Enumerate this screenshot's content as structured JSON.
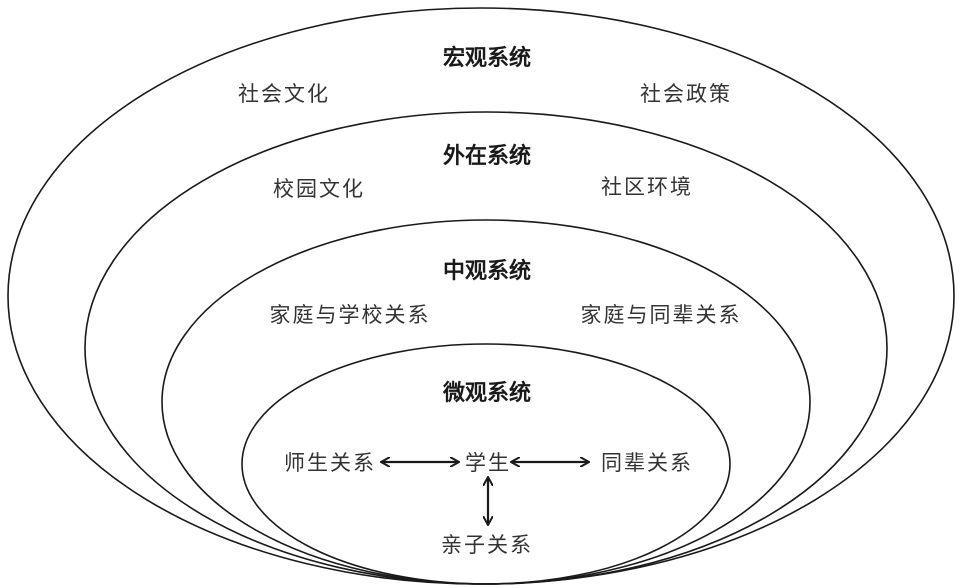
{
  "macro": {
    "title": "宏观系统",
    "left": "社会文化",
    "right": "社会政策"
  },
  "exo": {
    "title": "外在系统",
    "left": "校园文化",
    "right": "社区环境"
  },
  "meso": {
    "title": "中观系统",
    "left": "家庭与学校关系",
    "right": "家庭与同辈关系"
  },
  "micro": {
    "title": "微观系统",
    "center": "学生",
    "left": "师生关系",
    "right": "同辈关系",
    "bottom": "亲子关系"
  },
  "colors": {
    "stroke": "#1a1a1a",
    "text": "#333333",
    "background": "#ffffff"
  }
}
